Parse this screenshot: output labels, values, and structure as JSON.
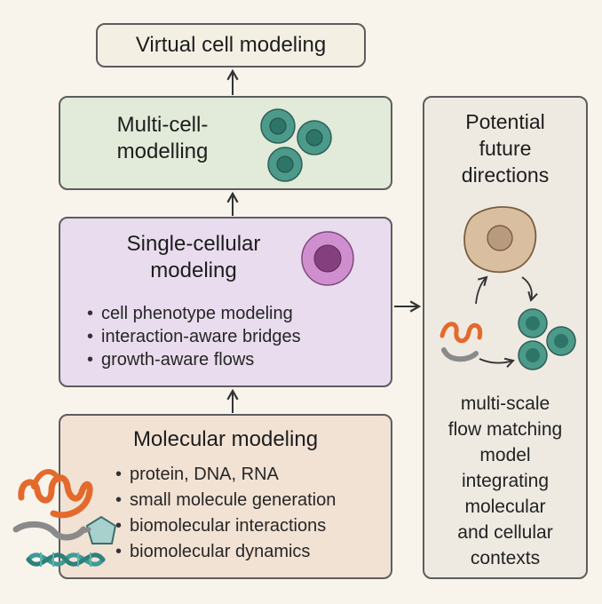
{
  "virtual": {
    "title": "Virtual cell modeling"
  },
  "multi": {
    "title_line1": "Multi-cell-",
    "title_line2": "modelling"
  },
  "single": {
    "title_line1": "Single-cellular",
    "title_line2": "modeling",
    "bullets": [
      "cell phenotype modeling",
      "interaction-aware bridges",
      "growth-aware flows"
    ]
  },
  "molecular": {
    "title": "Molecular modeling",
    "bullets": [
      "protein, DNA, RNA",
      "small molecule generation",
      "biomolecular interactions",
      "biomolecular dynamics"
    ]
  },
  "future": {
    "title_lines": [
      "Potential",
      "future",
      "directions"
    ],
    "desc_lines": [
      "multi-scale",
      "flow matching",
      "model",
      "integrating",
      "molecular",
      "and cellular",
      "contexts"
    ]
  },
  "colors": {
    "cell_green": "#4b9a8a",
    "cell_purple": "#cf8fcf",
    "nucleus_purple": "#84407e",
    "cell_tan": "#d9bfa0",
    "protein_orange": "#e36a2c",
    "dna_teal": "#3f9b96",
    "arrow": "#333333"
  },
  "icons": [
    "green-cell-icon",
    "purple-cell-icon",
    "tan-cell-icon",
    "protein-icon",
    "dna-icon",
    "pentagon-molecule-icon"
  ]
}
